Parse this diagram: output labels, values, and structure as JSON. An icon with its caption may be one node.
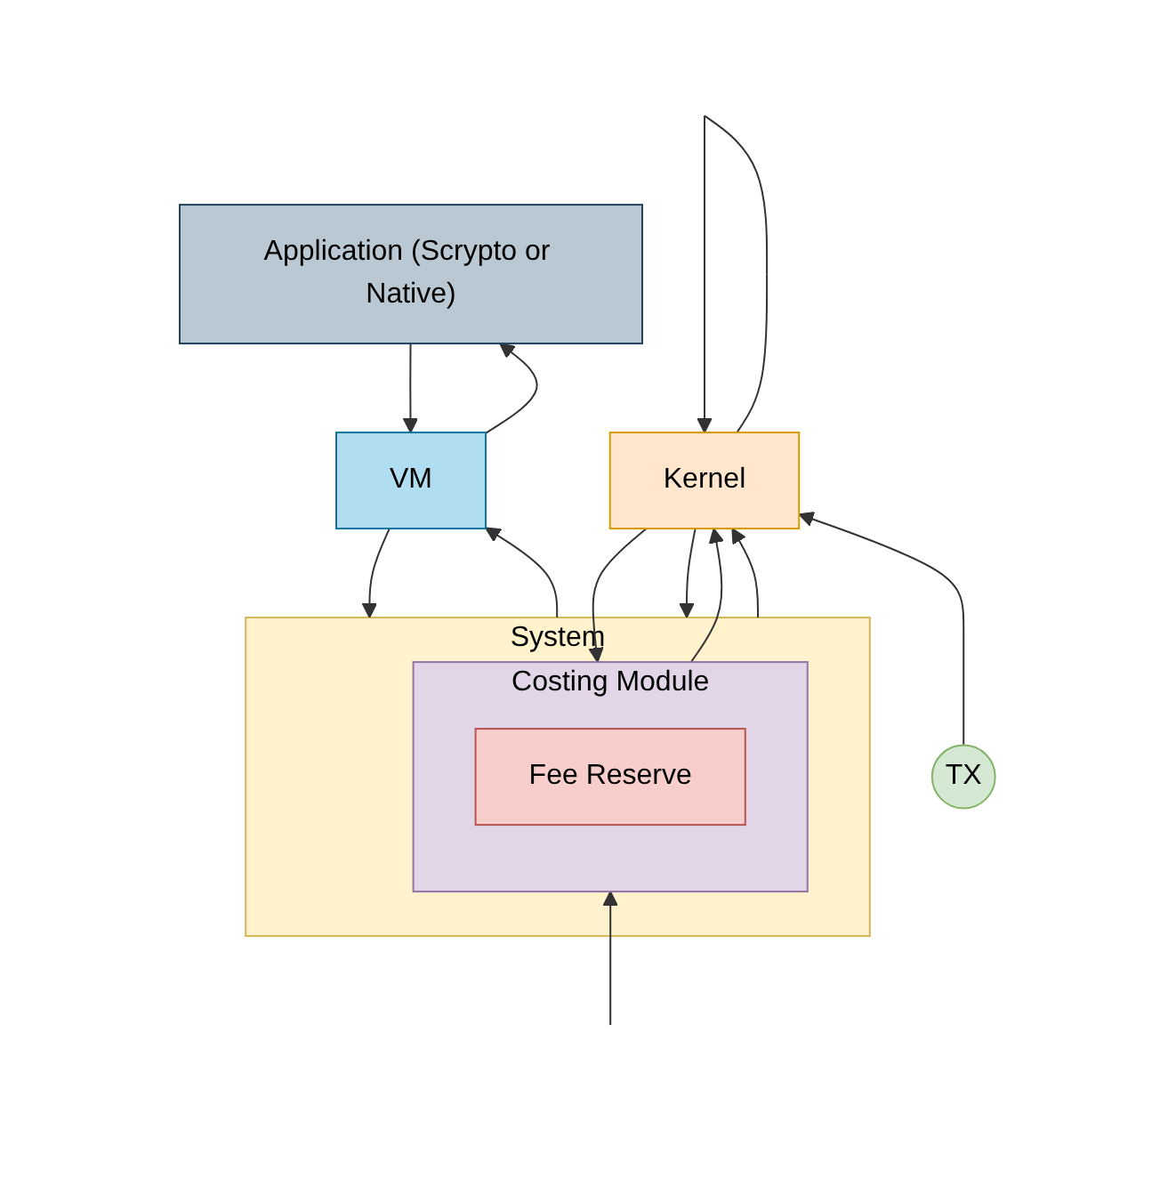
{
  "diagram": {
    "nodes": [
      {
        "text": [
          "Application (Scrypto or Native)"
        ]
      },
      {
        "text": [
          "VM"
        ]
      },
      {
        "text": [
          "System"
        ]
      },
      {
        "text": [
          "Costing Module"
        ],
        "in": 2
      },
      {
        "text": [
          "Fee Reserve"
        ],
        "in": 3
      },
      {
        "text": [
          "Kernel"
        ]
      },
      {
        "text": [
          "TX"
        ]
      }
    ],
    "edges": [
      {
        "from": 0,
        "to": 1,
        "arrow": "to"
      },
      {
        "from": 1,
        "to": 0,
        "arrow": "to"
      },
      {
        "from": 1,
        "to": 2,
        "arrow": "to"
      },
      {
        "from": 2,
        "to": 1,
        "arrow": "to"
      },
      {
        "from": null,
        "to": 3,
        "arrow": "to"
      },
      {
        "from": 2,
        "to": 5,
        "arrow": "to"
      },
      {
        "from": 5,
        "to": 2,
        "arrow": "to"
      },
      {
        "from": 3,
        "to": 5,
        "arrow": "to"
      },
      {
        "from": 5,
        "to": 3,
        "arrow": "to"
      },
      {
        "from": 6,
        "to": 5,
        "arrow": "to"
      },
      {
        "from": 5,
        "to": 5,
        "arrow": "to"
      }
    ]
  }
}
